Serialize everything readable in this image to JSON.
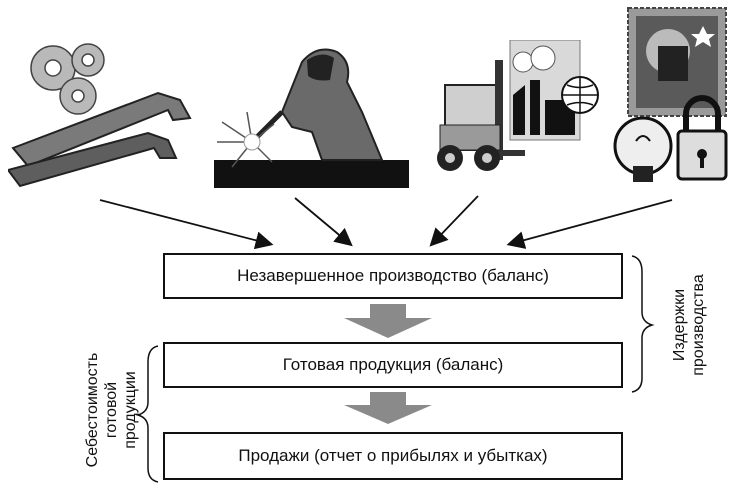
{
  "boxes": {
    "wip": "Незавершенное производство (баланс)",
    "finished": "Готовая продукция (баланс)",
    "sales": "Продажи (отчет о прибылях и убытках)"
  },
  "labels": {
    "production_costs": [
      "Издержки",
      "производства"
    ],
    "cogs": [
      "Себестоимость",
      "готовой",
      "продукции"
    ]
  },
  "images": [
    {
      "icon": "gears-and-wrenches-icon"
    },
    {
      "icon": "welder-icon"
    },
    {
      "icon": "forklift-factory-globe-icon"
    },
    {
      "icon": "lightbulb-lock-stamp-icon"
    }
  ]
}
